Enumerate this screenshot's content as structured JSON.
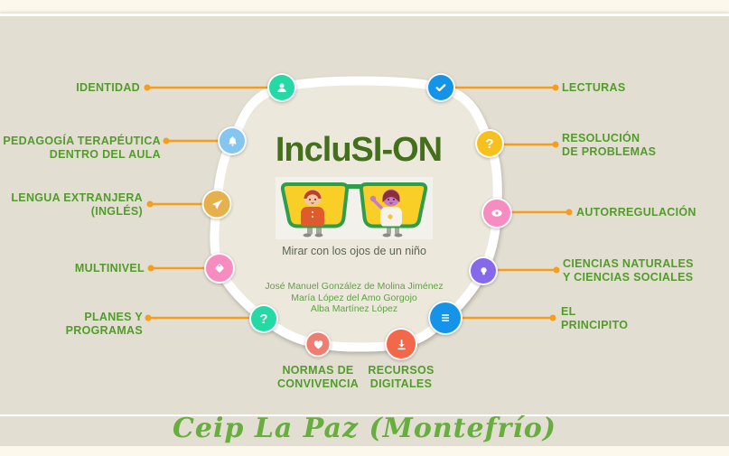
{
  "center": {
    "title": "IncluSI-ON",
    "tagline": "Mirar con los ojos de un niño",
    "authors": [
      "José Manuel González de Molina Jiménez",
      "María López del Amo Gorgojo",
      "Alba Martínez López"
    ]
  },
  "footer": {
    "school": "Ceip La Paz (Montefrío)"
  },
  "nodes": [
    {
      "id": "identidad",
      "label": "IDENTIDAD",
      "icon": "person-icon",
      "color": "#25D9A5"
    },
    {
      "id": "lecturas",
      "label": "LECTURAS",
      "icon": "check-icon",
      "color": "#1593E8"
    },
    {
      "id": "pedagogia-terapeutica",
      "label": "PEDAGOGÍA TERAPÉUTICA\nDENTRO DEL AULA",
      "icon": "bell-icon",
      "color": "#85C6F0"
    },
    {
      "id": "resolucion-problemas",
      "label": "RESOLUCIÓN\nDE PROBLEMAS",
      "icon": "question-mark",
      "glyph": "?",
      "color": "#F6C11E"
    },
    {
      "id": "lengua-extranjera",
      "label": "LENGUA EXTRANJERA\n(INGLÉS)",
      "icon": "paper-plane-icon",
      "color": "#E6B04C"
    },
    {
      "id": "autorregulacion",
      "label": "AUTORREGULACIÓN",
      "icon": "eye-icon",
      "color": "#F78CC1"
    },
    {
      "id": "multinivel",
      "label": "MULTINIVEL",
      "icon": "tag-icon",
      "color": "#F78CC1"
    },
    {
      "id": "ciencias",
      "label": "CIENCIAS NATURALES\nY CIENCIAS SOCIALES",
      "icon": "lightbulb-icon",
      "color": "#8569EA"
    },
    {
      "id": "planes-programas",
      "label": "PLANES Y\nPROGRAMAS",
      "icon": "question-mark",
      "glyph": "?",
      "color": "#25D9A5"
    },
    {
      "id": "el-principito",
      "label": "EL\nPRINCIPITO",
      "icon": "menu-icon",
      "color": "#1593E8"
    },
    {
      "id": "normas-convivencia",
      "label": "NORMAS DE\nCONVIVENCIA",
      "icon": "heart-icon",
      "color": "#EF7D72"
    },
    {
      "id": "recursos-digitales",
      "label": "RECURSOS\nDIGITALES",
      "icon": "download-icon",
      "color": "#F3674B"
    }
  ],
  "colors": {
    "page_background": "#FDF8EC",
    "panel_background": "#E2DED1",
    "circle_fill": "#ECE8DB",
    "ring_white": "#FFFFFF",
    "connector_orange": "#F79D1E",
    "label_green": "#539C2B",
    "title_green": "#44701B",
    "footer_green": "#67AE3F"
  }
}
